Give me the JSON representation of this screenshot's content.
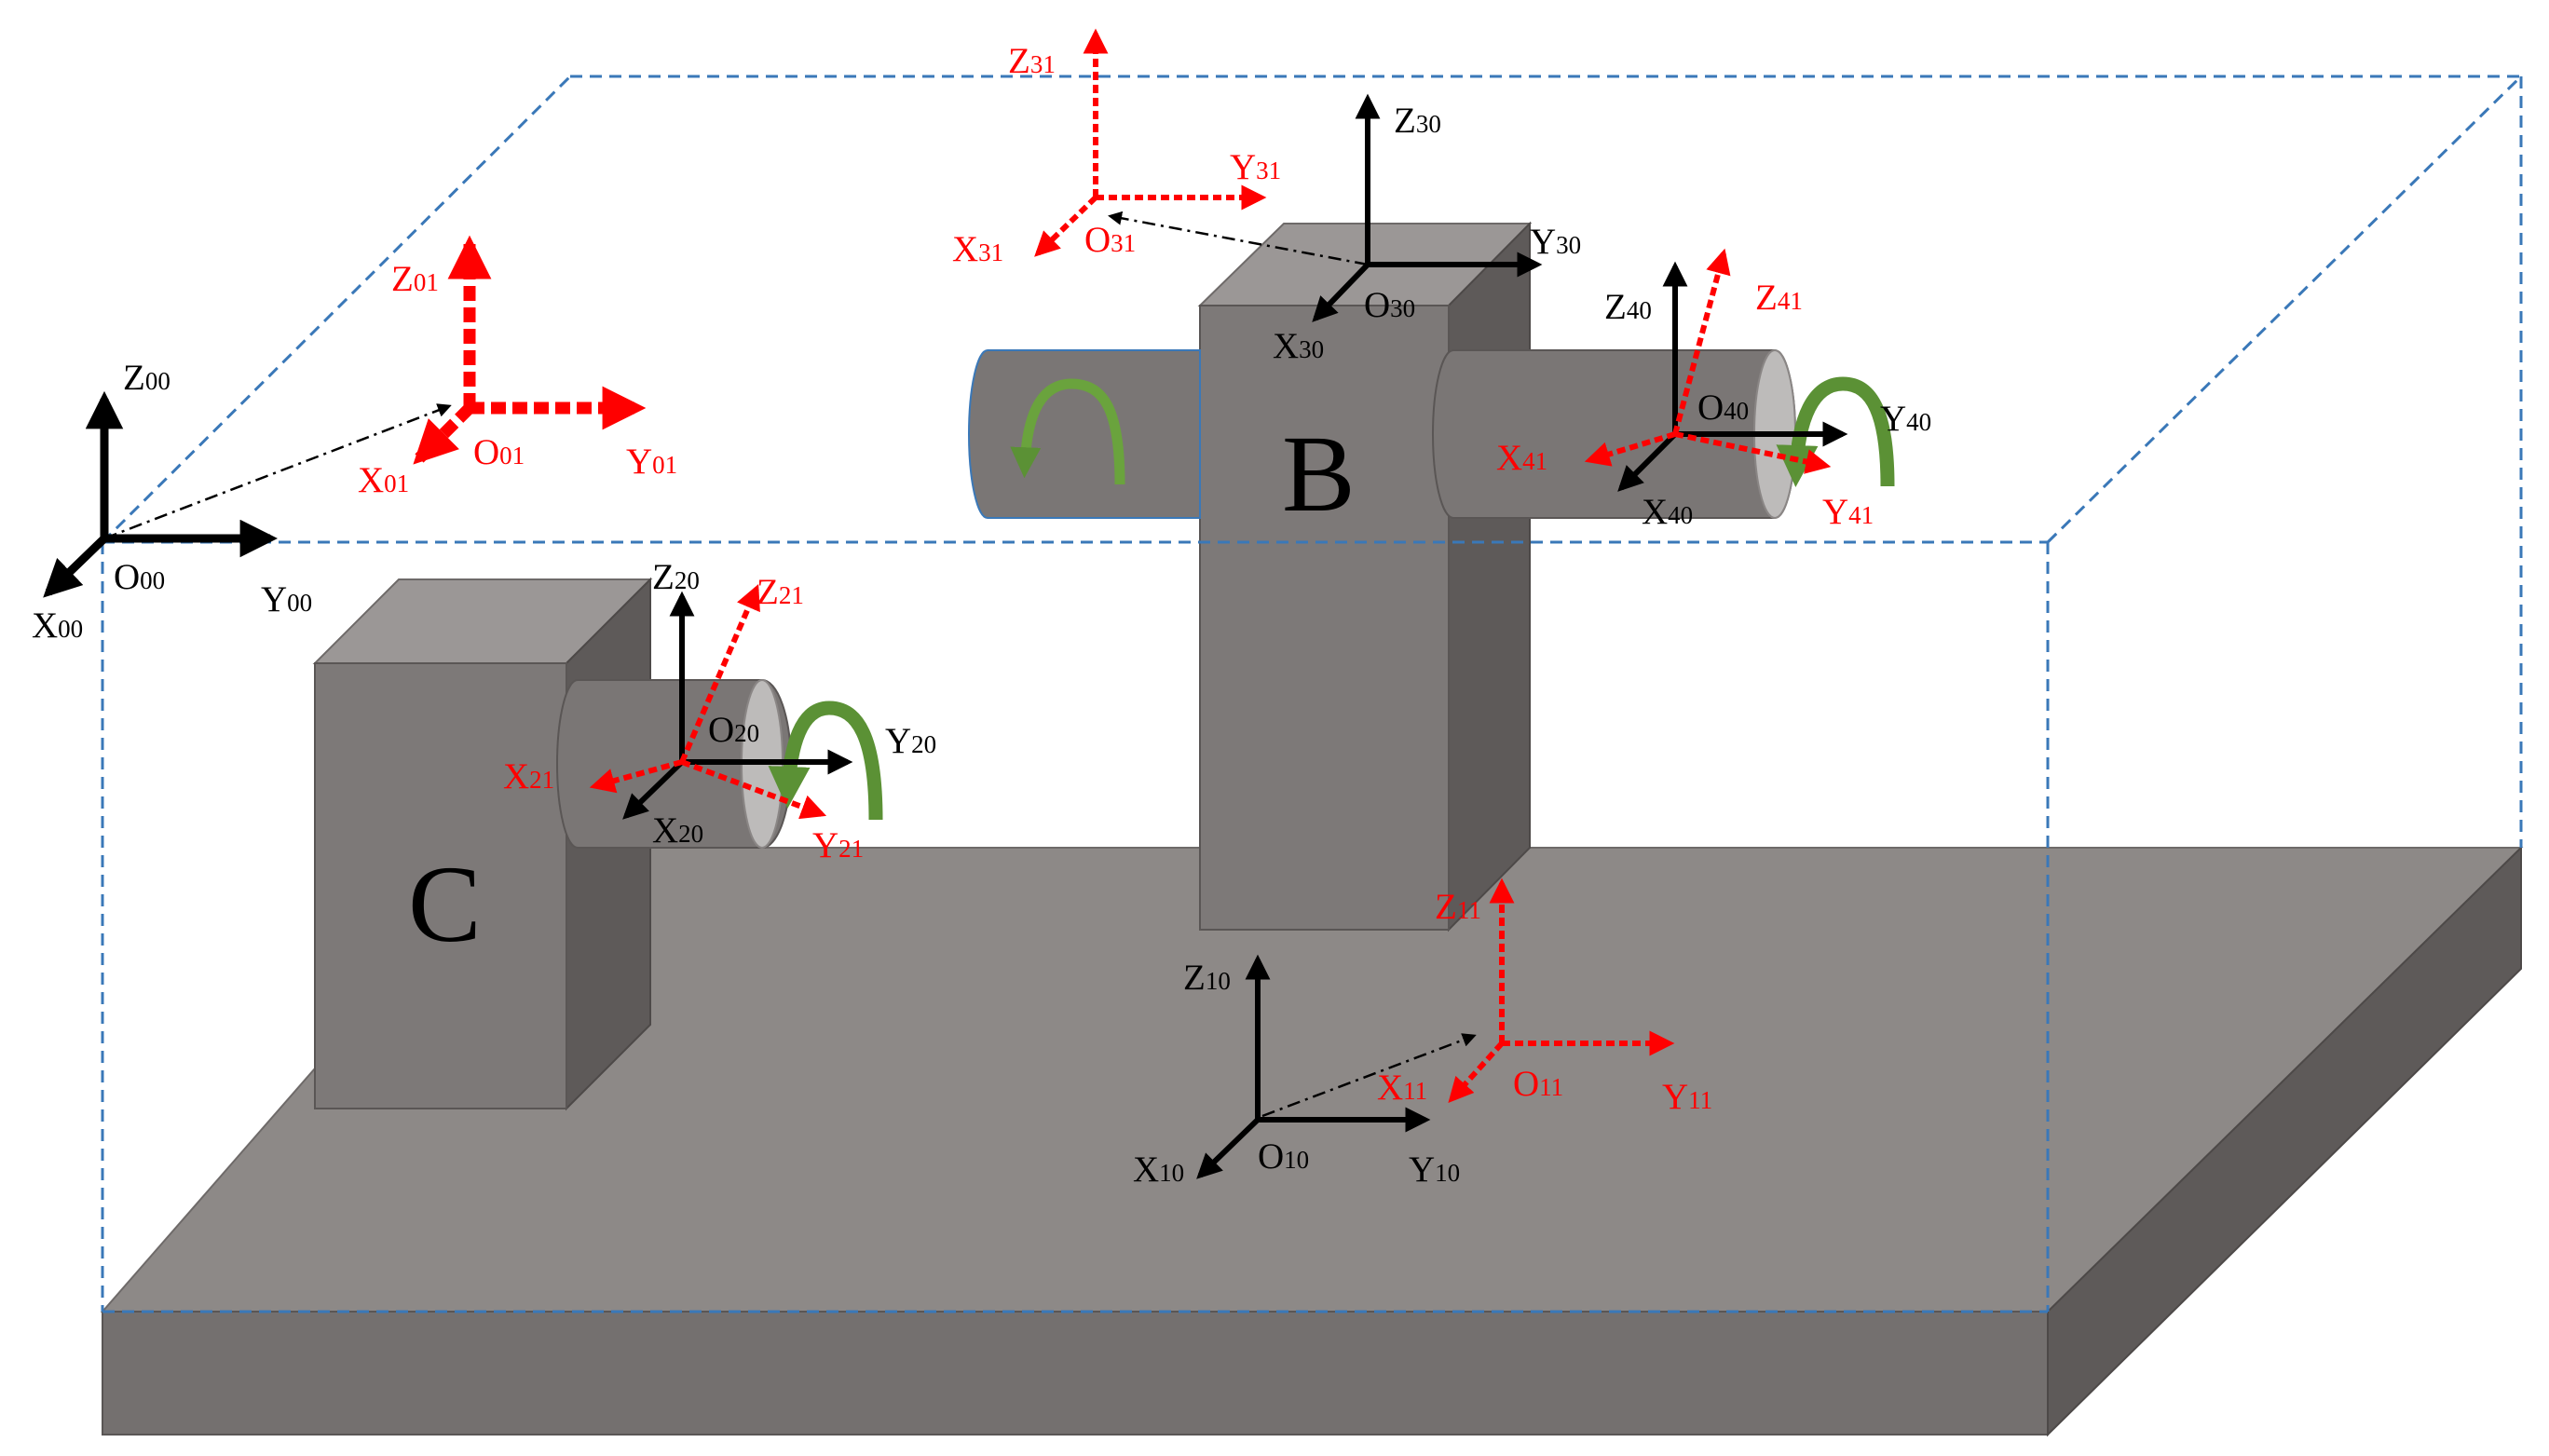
{
  "colors": {
    "base_top": "#8d8987",
    "base_front": "#74706f",
    "base_side": "#5e5a59",
    "block_front": "#7d7978",
    "block_top": "#9b9796",
    "block_side": "#5e5a59",
    "cylinder": "#7a7675",
    "cylinder_cap": "#bdbbba",
    "dashed_box": "#3a78b8",
    "rotation_arrow": "#5b9135",
    "frame_black": "#000000",
    "frame_red": "#ff0000"
  },
  "blocks": {
    "b": "B",
    "c": "C"
  },
  "labels": {
    "f00": {
      "x": {
        "m": "X",
        "s": "00"
      },
      "y": {
        "m": "Y",
        "s": "00"
      },
      "z": {
        "m": "Z",
        "s": "00"
      },
      "o": {
        "m": "O",
        "s": "00"
      }
    },
    "f01": {
      "x": {
        "m": "X",
        "s": "01"
      },
      "y": {
        "m": "Y",
        "s": "01"
      },
      "z": {
        "m": "Z",
        "s": "01"
      },
      "o": {
        "m": "O",
        "s": "01"
      }
    },
    "f10": {
      "x": {
        "m": "X",
        "s": "10"
      },
      "y": {
        "m": "Y",
        "s": "10"
      },
      "z": {
        "m": "Z",
        "s": "10"
      },
      "o": {
        "m": "O",
        "s": "10"
      }
    },
    "f11": {
      "x": {
        "m": "X",
        "s": "11"
      },
      "y": {
        "m": "Y",
        "s": "11"
      },
      "z": {
        "m": "Z",
        "s": "11"
      },
      "o": {
        "m": "O",
        "s": "11"
      }
    },
    "f20": {
      "x": {
        "m": "X",
        "s": "20"
      },
      "y": {
        "m": "Y",
        "s": "20"
      },
      "z": {
        "m": "Z",
        "s": "20"
      },
      "o": {
        "m": "O",
        "s": "20"
      }
    },
    "f21": {
      "x": {
        "m": "X",
        "s": "21"
      },
      "y": {
        "m": "Y",
        "s": "21"
      },
      "z": {
        "m": "Z",
        "s": "21"
      }
    },
    "f30": {
      "x": {
        "m": "X",
        "s": "30"
      },
      "y": {
        "m": "Y",
        "s": "30"
      },
      "z": {
        "m": "Z",
        "s": "30"
      },
      "o": {
        "m": "O",
        "s": "30"
      }
    },
    "f31": {
      "x": {
        "m": "X",
        "s": "31"
      },
      "y": {
        "m": "Y",
        "s": "31"
      },
      "z": {
        "m": "Z",
        "s": "31"
      },
      "o": {
        "m": "O",
        "s": "31"
      }
    },
    "f40": {
      "x": {
        "m": "X",
        "s": "40"
      },
      "y": {
        "m": "Y",
        "s": "40"
      },
      "z": {
        "m": "Z",
        "s": "40"
      },
      "o": {
        "m": "O",
        "s": "40"
      }
    },
    "f41": {
      "x": {
        "m": "X",
        "s": "41"
      },
      "y": {
        "m": "Y",
        "s": "41"
      },
      "z": {
        "m": "Z",
        "s": "41"
      }
    }
  }
}
